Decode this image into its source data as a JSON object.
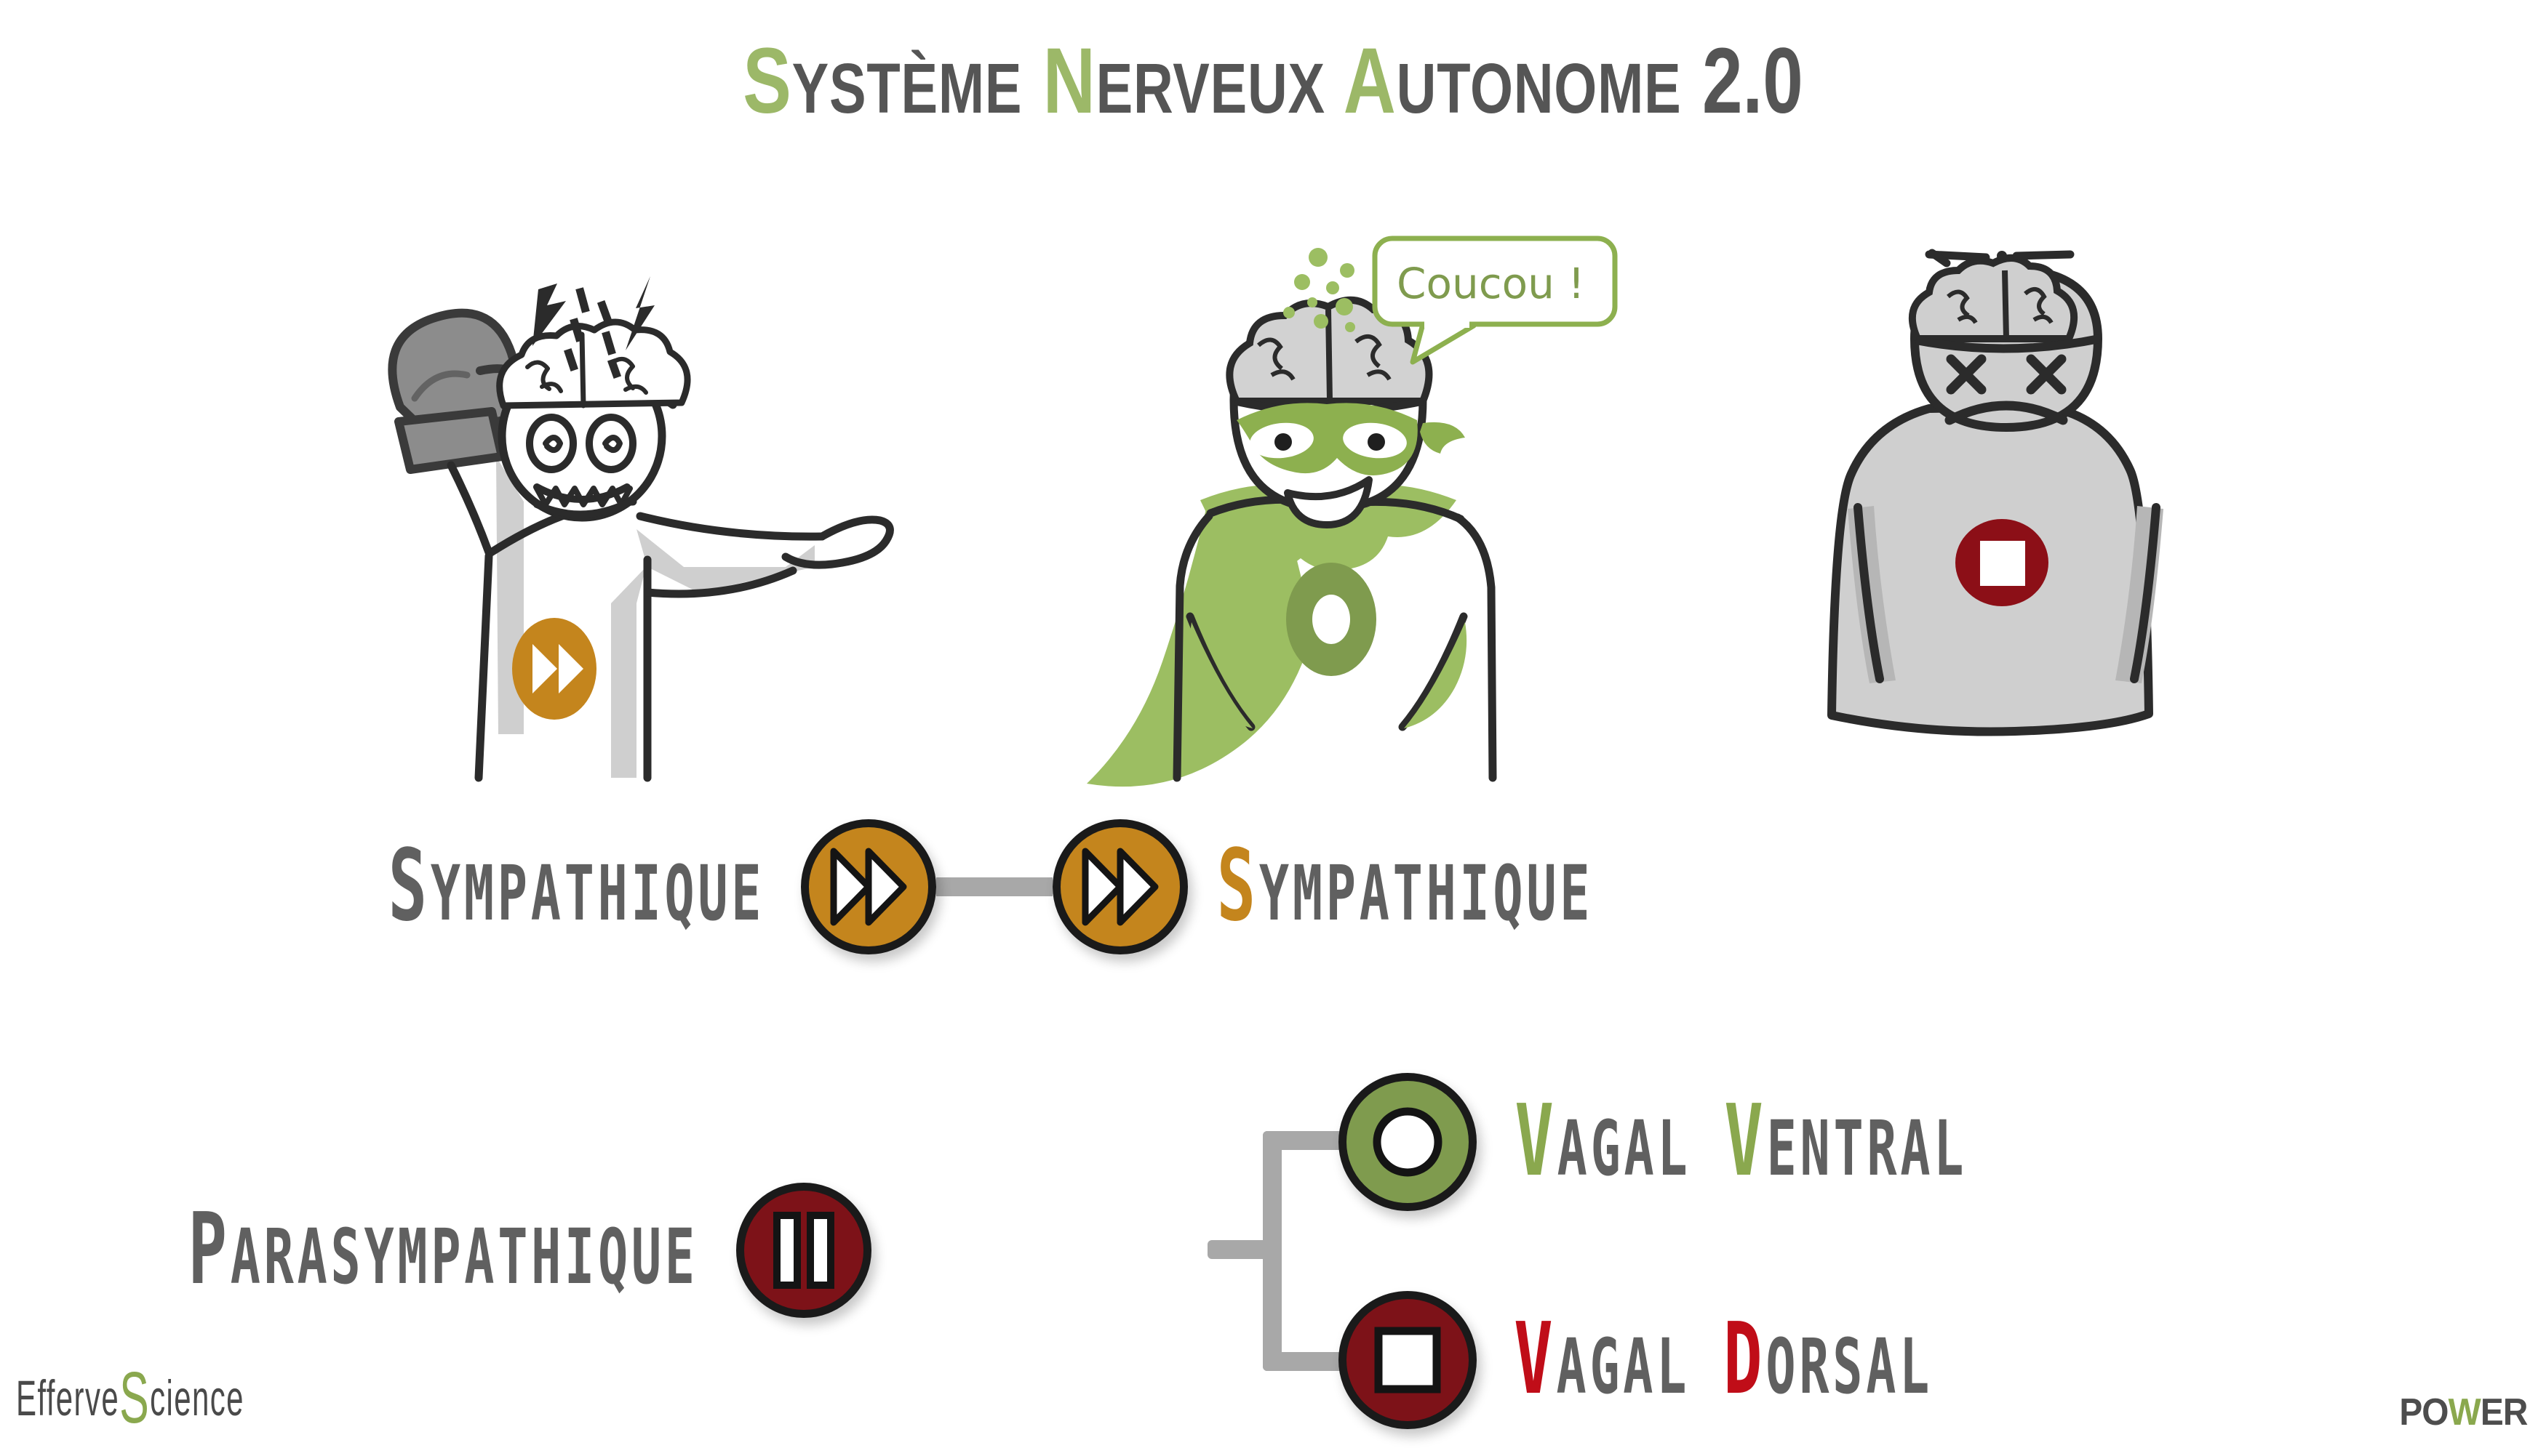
{
  "title": {
    "word1_cap": "S",
    "word1_rest": "YSTÈME",
    "word2_cap": "N",
    "word2_rest": "ERVEUX",
    "word3_cap": "A",
    "word3_rest": "UTONOME",
    "version": "2.0",
    "full": "Système Nerveux Autonome 2.0",
    "accent_color": "#9cb868",
    "text_color": "#555555"
  },
  "figures": [
    {
      "name": "sympathique-character",
      "description": "stressed fighter with boxing glove, exposed brain and lightning bolts",
      "badge_icon": "fast-forward-icon",
      "badge_color": "#c4851d"
    },
    {
      "name": "vagal-ventral-character",
      "description": "green-caped superhero with mask, smiling, bubbles over brain",
      "badge_icon": "record-circle-icon",
      "badge_color": "#7f9b4e",
      "speech": "Coucou !",
      "speech_color": "#7f9b4e"
    },
    {
      "name": "vagal-dorsal-character",
      "description": "grey shut-down character with X eyes and frown",
      "badge_icon": "stop-square-icon",
      "badge_color": "#7d1218"
    }
  ],
  "diagram": {
    "sympathique_row": {
      "left_label": "Sympathique",
      "left_label_color": "#606060",
      "left_icon": "fast-forward-icon",
      "right_icon": "fast-forward-icon",
      "right_label_initial": "S",
      "right_label_rest": "ympathique",
      "right_label_initial_color": "#c4851d",
      "right_label_rest_color": "#606060",
      "node_color": "#c4851d",
      "connector_color": "#a8a8a8"
    },
    "parasympathique_row": {
      "left_label": "Parasympathique",
      "left_label_color": "#606060",
      "left_icon": "pause-icon",
      "node_color": "#7d1218",
      "connector_color": "#a8a8a8",
      "branches": [
        {
          "icon": "record-circle-icon",
          "icon_color": "#7f9b4e",
          "label_parts": [
            {
              "text": "V",
              "color": "#8aa84e"
            },
            {
              "text": "agal ",
              "color": "#606060"
            },
            {
              "text": "V",
              "color": "#8aa84e"
            },
            {
              "text": "entral",
              "color": "#606060"
            }
          ],
          "label_plain": "Vagal Ventral"
        },
        {
          "icon": "stop-square-icon",
          "icon_color": "#7d1218",
          "label_parts": [
            {
              "text": "V",
              "color": "#c00d18"
            },
            {
              "text": "agal ",
              "color": "#606060"
            },
            {
              "text": "D",
              "color": "#c00d18"
            },
            {
              "text": "orsal",
              "color": "#606060"
            }
          ],
          "label_plain": "Vagal Dorsal"
        }
      ]
    }
  },
  "footer": {
    "brand_part1": "Efferve",
    "brand_accent": "S",
    "brand_part2": "cience",
    "brand_accent_color": "#8aa84e",
    "power_part1": "PO",
    "power_accent": "W",
    "power_part2": "ER",
    "power_accent_color": "#8aa84e"
  }
}
